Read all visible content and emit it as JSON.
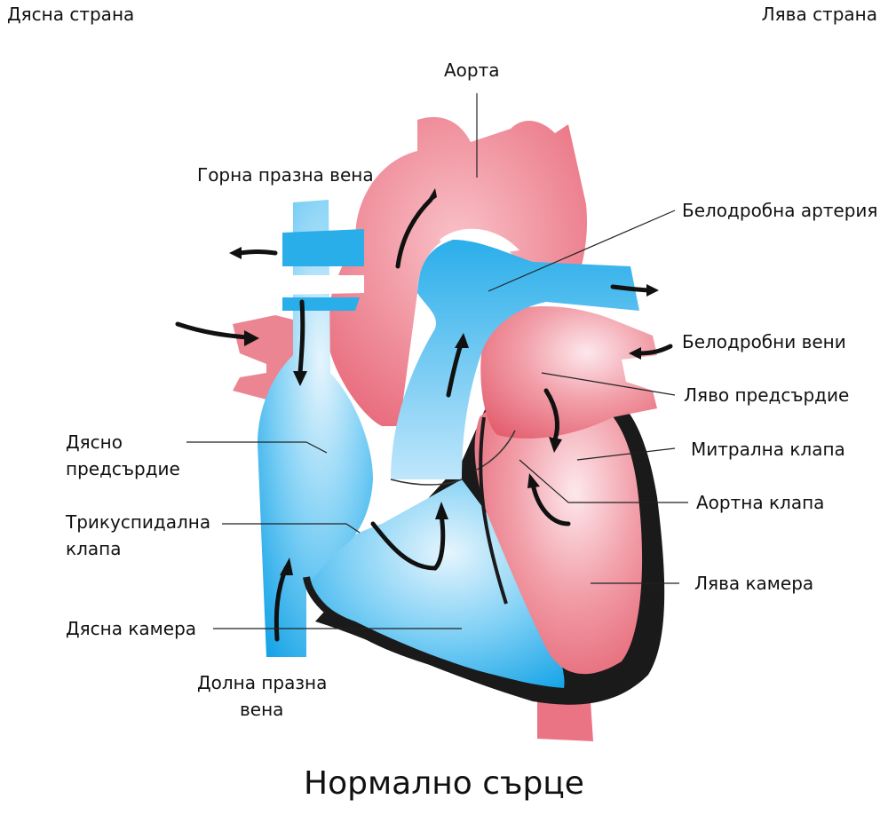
{
  "header": {
    "right_side": "Дясна страна",
    "left_side": "Лява страна"
  },
  "title": "Нормално сърце",
  "labels": {
    "aorta": "Аорта",
    "svc": "Горна празна вена",
    "pulmonary_artery": "Белодробна артерия",
    "pulmonary_veins": "Белодробни вени",
    "left_atrium": "Ляво предсърдие",
    "mitral_valve": "Митрална клапа",
    "aortic_valve": "Аортна клапа",
    "left_ventricle": "Лява камера",
    "right_atrium_1": "Дясно",
    "right_atrium_2": "предсърдие",
    "tricuspid_1": "Трикуспидална",
    "tricuspid_2": "клапа",
    "right_ventricle": "Дясна камера",
    "ivc_1": "Долна празна",
    "ivc_2": "вена"
  },
  "colors": {
    "oxygenated": "#e8707d",
    "deoxygenated": "#1fa8e8",
    "outline": "#1a1a1a"
  }
}
